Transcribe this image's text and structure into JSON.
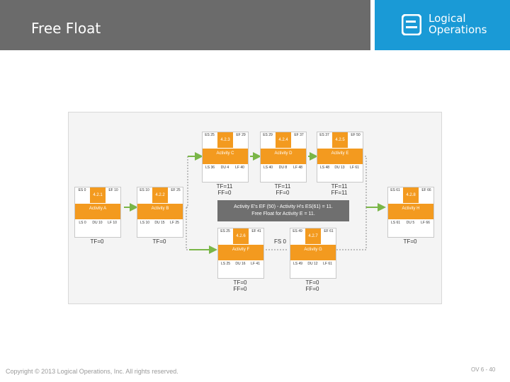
{
  "slide": {
    "title": "Free Float",
    "logo_text": [
      "Logical",
      "Operations"
    ],
    "footer_left": "Copyright © 2013 Logical Operations, Inc. All rights reserved.",
    "footer_right": "OV 6 - 40",
    "colors": {
      "accent": "#f39a1f",
      "logo_bg": "#1a9ad6",
      "header_bg": "#6b6b6b",
      "arrow": "#7ab648"
    }
  },
  "diagram": {
    "banner": [
      "Activity E's EF (50) - Activity H's ES(61) = 11.",
      "Free Float for Activity E = 11."
    ],
    "fs_label": "FS 0",
    "nodes": [
      {
        "id": "4.2.1",
        "es": "ES 0",
        "ef": "EF 10",
        "name": "Activity A",
        "ls": "LS 0",
        "du": "DU 10",
        "lf": "LF 10",
        "tf": "TF=0",
        "ff": ""
      },
      {
        "id": "4.2.2",
        "es": "ES 10",
        "ef": "EF 25",
        "name": "Activity B",
        "ls": "LS 10",
        "du": "DU 15",
        "lf": "LF 25",
        "tf": "TF=0",
        "ff": ""
      },
      {
        "id": "4.2.3",
        "es": "ES 25",
        "ef": "EF 29",
        "name": "Activity C",
        "ls": "LS 36",
        "du": "DU 4",
        "lf": "LF 40",
        "tf": "TF=11",
        "ff": "FF=0"
      },
      {
        "id": "4.2.4",
        "es": "ES 29",
        "ef": "EF 37",
        "name": "Activity D",
        "ls": "LS 40",
        "du": "DU 8",
        "lf": "LF 48",
        "tf": "TF=11",
        "ff": "FF=0"
      },
      {
        "id": "4.2.5",
        "es": "ES 37",
        "ef": "EF 50",
        "name": "Activity E",
        "ls": "LS 48",
        "du": "DU 13",
        "lf": "LF 61",
        "tf": "TF=11",
        "ff": "FF=11"
      },
      {
        "id": "4.2.6",
        "es": "ES 25",
        "ef": "EF 41",
        "name": "Activity F",
        "ls": "LS 25",
        "du": "DU 16",
        "lf": "LF 41",
        "tf": "TF=0",
        "ff": "FF=0"
      },
      {
        "id": "4.2.7",
        "es": "ES 49",
        "ef": "EF 61",
        "name": "Activity G",
        "ls": "LS 49",
        "du": "DU 12",
        "lf": "LF 61",
        "tf": "TF=0",
        "ff": "FF=0"
      },
      {
        "id": "4.2.8",
        "es": "ES 61",
        "ef": "EF 66",
        "name": "Activity H",
        "ls": "LS 61",
        "du": "DU 5",
        "lf": "LF 66",
        "tf": "TF=0",
        "ff": ""
      }
    ]
  }
}
